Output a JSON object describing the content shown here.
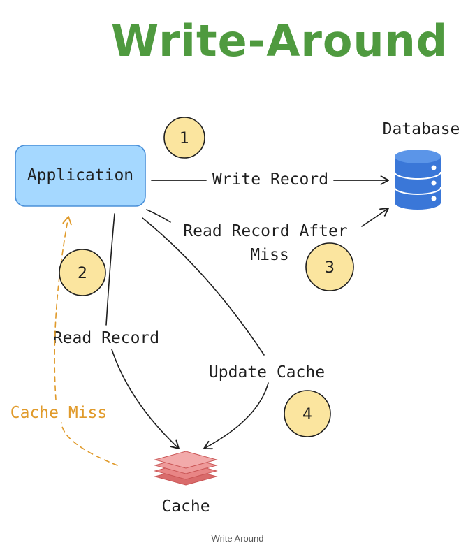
{
  "title": "Write-Around",
  "colors": {
    "title": "#4f9a3f",
    "application_fill": "#a5d8ff",
    "application_stroke": "#4a90d9",
    "step_fill": "#fbe59f",
    "database_blue": "#3a77d8",
    "cache_red": "#e88585",
    "cache_miss": "#e09a2a",
    "line": "#1e1e1e"
  },
  "nodes": {
    "application": {
      "label": "Application"
    },
    "database": {
      "label": "Database",
      "icon": "database-icon"
    },
    "cache": {
      "label": "Cache",
      "icon": "stack-layers-icon"
    }
  },
  "steps": [
    "1",
    "2",
    "3",
    "4"
  ],
  "edges": {
    "write_record": "Write Record",
    "read_after_miss_line1": "Read Record After",
    "read_after_miss_line2": "Miss",
    "read_record": "Read Record",
    "update_cache": "Update Cache",
    "cache_miss": "Cache Miss"
  },
  "caption": "Write Around"
}
